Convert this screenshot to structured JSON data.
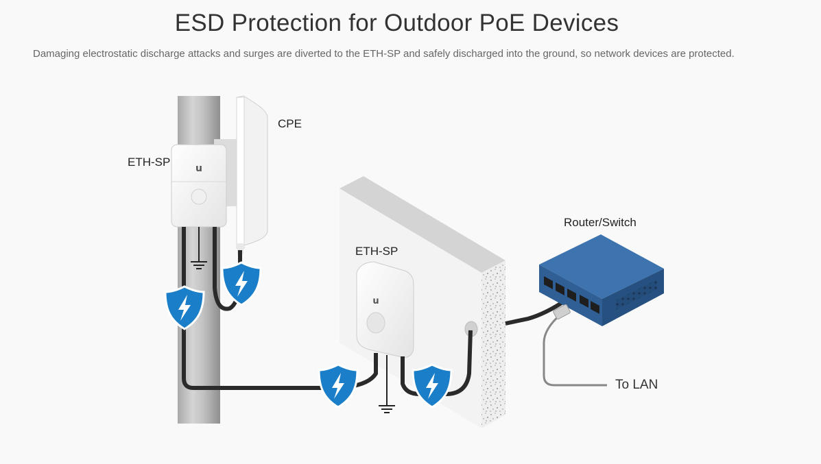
{
  "header": {
    "title": "ESD Protection for Outdoor PoE Devices",
    "subtitle": "Damaging electrostatic discharge attacks and surges are diverted to the ETH-SP and safely discharged into the ground, so network devices are protected."
  },
  "labels": {
    "cpe": "CPE",
    "eth_sp_pole": "ETH-SP",
    "eth_sp_wall": "ETH-SP",
    "router_switch": "Router/Switch",
    "to_lan": "To LAN"
  },
  "icons": {
    "shield": "shield-lightning-icon",
    "ground": "ground-symbol-icon",
    "logo": "ubiquiti-u-logo-icon"
  },
  "colors": {
    "shield_blue": "#1a7ec8",
    "router_blue": "#2f5f95",
    "cable": "#2a2a2a",
    "lan_cable": "#888888"
  }
}
